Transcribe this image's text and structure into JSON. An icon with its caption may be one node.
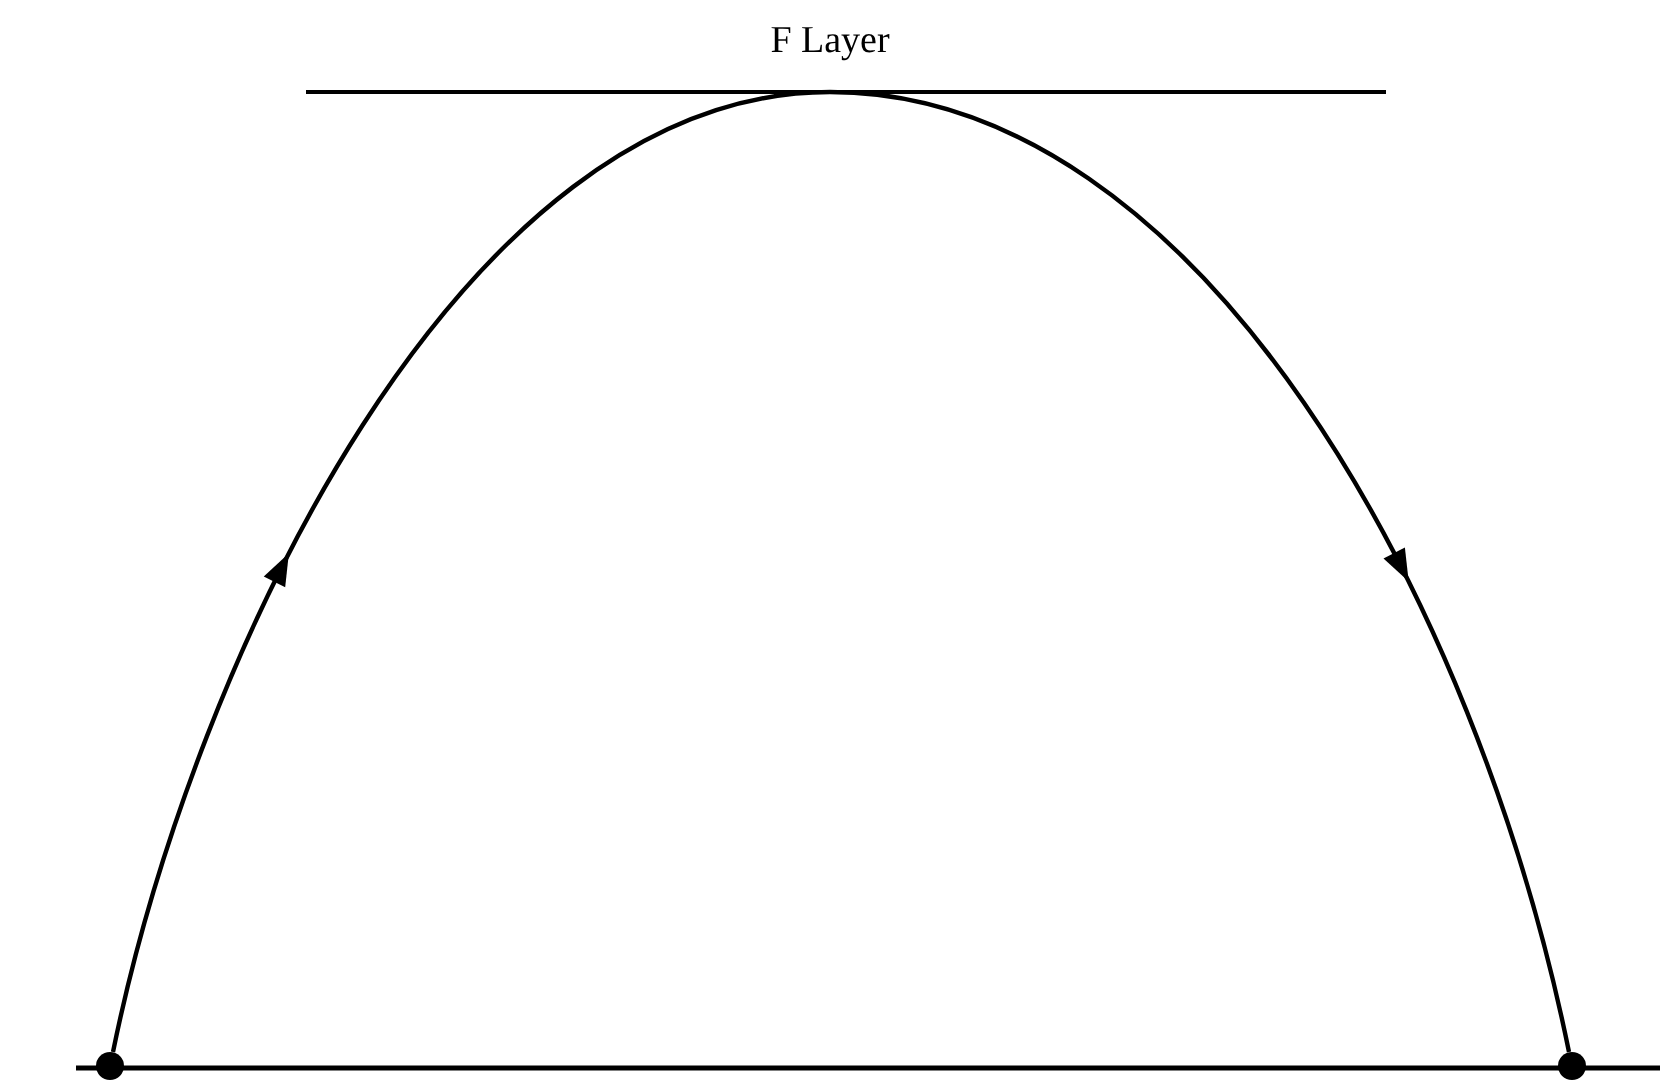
{
  "diagram": {
    "nodes": [
      {
        "text": [],
        "shape": "circle"
      },
      {
        "text": [],
        "shape": "circle"
      }
    ],
    "edges": [
      {
        "from": 0,
        "to": 1,
        "arrow": "to"
      }
    ],
    "labels": [
      "F Layer"
    ]
  }
}
